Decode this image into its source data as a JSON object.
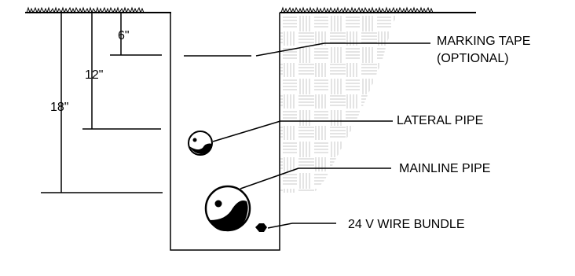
{
  "depths": {
    "d6": "6\"",
    "d12": "12\"",
    "d18": "18\""
  },
  "callouts": {
    "marking_tape_line1": "MARKING TAPE",
    "marking_tape_line2": "(OPTIONAL)",
    "lateral_pipe": "LATERAL PIPE",
    "mainline_pipe": "MAINLINE PIPE",
    "wire_bundle": "24 V WIRE BUNDLE"
  },
  "colors": {
    "ink": "#000000",
    "soil_texture": "#c8c8c8",
    "background": "#ffffff"
  }
}
